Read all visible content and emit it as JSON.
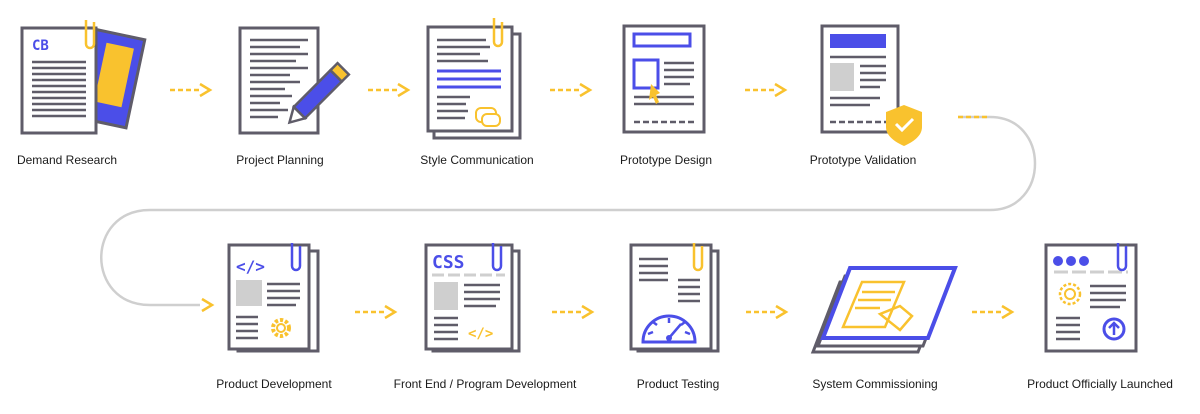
{
  "colors": {
    "outline": "#5f5c69",
    "accent": "#4b4ee8",
    "highlight": "#f9c22e",
    "connector": "#cfcfcf"
  },
  "steps": [
    {
      "label": "Demand Research",
      "icon": "documents-with-cb-icon"
    },
    {
      "label": "Project Planning",
      "icon": "document-with-pencil-icon"
    },
    {
      "label": "Style Communication",
      "icon": "document-with-chat-icon"
    },
    {
      "label": "Prototype Design",
      "icon": "wireframe-document-icon"
    },
    {
      "label": "Prototype Validation",
      "icon": "document-with-shield-check-icon"
    },
    {
      "label": "Product Development",
      "icon": "code-document-with-gear-icon"
    },
    {
      "label": "Front End / Program Development",
      "icon": "css-document-icon"
    },
    {
      "label": "Product Testing",
      "icon": "document-with-gauge-icon"
    },
    {
      "label": "System Commissioning",
      "icon": "stacked-sheets-icon"
    },
    {
      "label": "Product Officially Launched",
      "icon": "browser-page-with-upload-icon"
    }
  ],
  "icon_text": {
    "cb": "CB",
    "css": "CSS",
    "code": "</>"
  }
}
